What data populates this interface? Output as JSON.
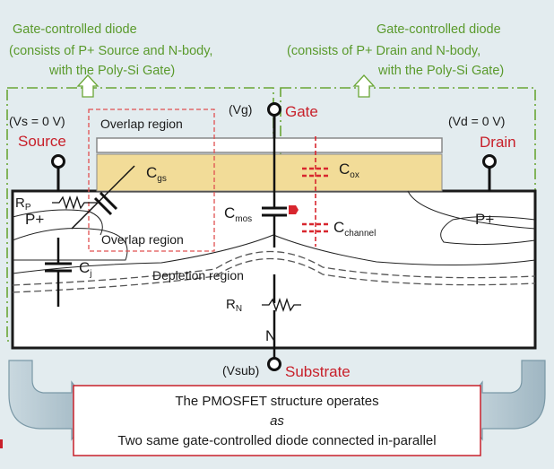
{
  "left_note": {
    "title": "Gate-controlled diode",
    "line1": "(consists of P+ Source and N-body,",
    "line2": "with the Poly-Si Gate)"
  },
  "right_note": {
    "title": "Gate-controlled diode",
    "line1": "(consists of P+ Drain and N-body,",
    "line2": "with the Poly-Si Gate)"
  },
  "terminals": {
    "vs": "(Vs = 0 V)",
    "source": "Source",
    "vg": "(Vg)",
    "gate": "Gate",
    "vd": "(Vd = 0 V)",
    "drain": "Drain",
    "vsub": "(Vsub)",
    "substrate": "Substrate"
  },
  "labels": {
    "overlap_top": "Overlap region",
    "overlap_bottom": "Overlap region",
    "depletion": "Depletion region",
    "p_plus_left": "P+",
    "p_plus_right": "P+",
    "n": "N"
  },
  "components": {
    "cgs": "C",
    "cgs_sub": "gs",
    "cox": "C",
    "cox_sub": "ox",
    "cmos": "C",
    "cmos_sub": "mos",
    "cchannel": "C",
    "cchannel_sub": "channel",
    "cj": "C",
    "cj_sub": "j",
    "rp": "R",
    "rp_sub": "P",
    "rn": "R",
    "rn_sub": "N"
  },
  "bottom_box": {
    "line1": "The PMOSFET structure operates",
    "line2": "as",
    "line3": "Two same gate-controlled diode connected in-parallel"
  },
  "colors": {
    "note_green": "#5a9a2c",
    "terminal_red": "#c8202a",
    "gate_oxide": "#f2dc98",
    "box_border": "#c8202a"
  }
}
